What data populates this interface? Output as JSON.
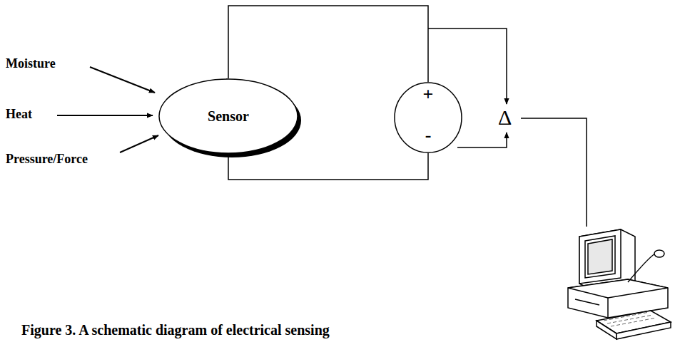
{
  "diagram": {
    "caption": "Figure 3. A schematic diagram of electrical sensing",
    "nodes": [
      {
        "text": [
          "Sensor"
        ]
      },
      {
        "text": [
          "+",
          "-"
        ]
      }
    ],
    "edges": [
      {
        "from": 0,
        "to": 1,
        "arrow": "none"
      },
      {
        "from": 0,
        "to": 1,
        "arrow": "none"
      }
    ],
    "labels": [
      "Moisture",
      "Heat",
      "Pressure/Force",
      "Δ"
    ]
  }
}
